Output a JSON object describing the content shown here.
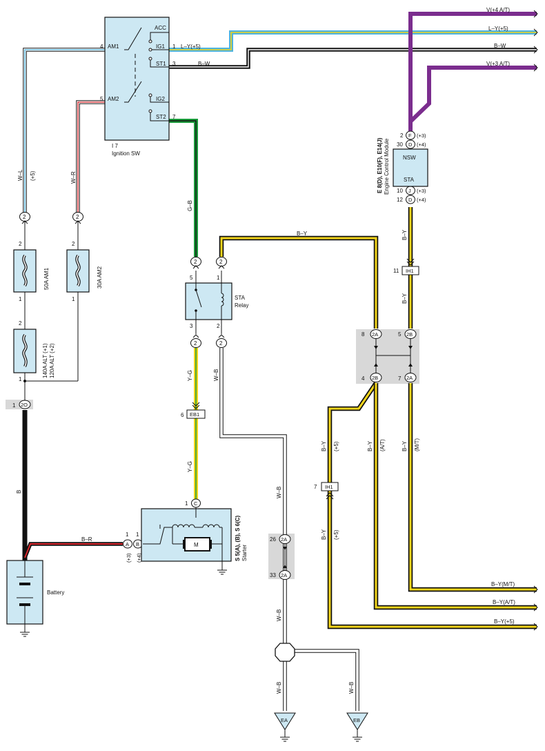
{
  "ignition_switch": {
    "code": "I 7",
    "name": "Ignition SW",
    "terminals": {
      "acc": "ACC",
      "am1": "AM1",
      "ig1": "IG1",
      "st1": "ST1",
      "am2": "AM2",
      "ig2": "IG2",
      "st2": "ST2"
    },
    "pins": {
      "am1": "4",
      "ig1": "1",
      "st1": "3",
      "am2": "5",
      "st2": "7"
    }
  },
  "wires": {
    "ly5_top": "L–Y(+5)",
    "bw_top": "B–W",
    "v4_top": "V(+4 A/T)",
    "ly5_right": "L–Y(+5)",
    "bw_right": "B–W",
    "v3_right": "V(+3 A/T)",
    "wl": "W–L",
    "wl_note": "(+5)",
    "wr": "W–R",
    "gb": "G–B",
    "by_top": "B–Y",
    "yg_upper": "Y–G",
    "wb_relay": "W–B",
    "yg_lower": "Y–G",
    "b_main": "B",
    "br": "B–R",
    "wb_mid": "W–B",
    "wb_low": "W–B",
    "wb_ea": "W–B",
    "wb_eb": "W–B",
    "by_ecm": "B–Y",
    "by_ih1": "B–Y",
    "by5_a": "B–Y",
    "by5_a_note": "(+5)",
    "by_at": "B–Y",
    "by_at_note": "(A/T)",
    "by_mt": "B–Y",
    "by_mt_note": "(M/T)",
    "by5_b": "B–Y",
    "by5_b_note": "(+5)",
    "out_mt": "B–Y(M/T)",
    "out_at": "B–Y(A/T)",
    "out_5": "B–Y(+5)"
  },
  "fuses": {
    "am1": "50A AM1",
    "am2": "30A AM2",
    "alt1": "140A ALT (+1)",
    "alt2": "120A ALT (+2)"
  },
  "connectors": {
    "c2": "2",
    "n2": "2",
    "n1": "1",
    "n5": "5",
    "n3": "3",
    "n6": "6",
    "n8": "8",
    "n4": "4",
    "n7": "7",
    "n11": "11",
    "n26": "26",
    "n33": "33",
    "n10": "10",
    "n12": "12",
    "n30": "30",
    "c2o": "2O",
    "c2a": "2A",
    "c2b": "2B",
    "eb1": "EB1",
    "ih1": "IH1",
    "ca": "A",
    "cb": "B",
    "cc": "C",
    "cd": "D",
    "cf": "F",
    "cj": "J",
    "ea": "EA",
    "eb": "EB"
  },
  "relay": {
    "name": "STA",
    "name2": "Relay"
  },
  "starter": {
    "code": "S 5(A), (B), S 6(C)",
    "name": "Starter",
    "motor": "M",
    "note_a": "(+3)",
    "note_b": "(+4)"
  },
  "battery": {
    "name": "Battery"
  },
  "ecm": {
    "code": "E 8(D), E10(F), E14(J)",
    "name": "Engine Control Module",
    "nsw": "NSW",
    "sta": "STA",
    "note_f": "(+3)",
    "note_d": "(+4)",
    "note_j": "(+3)",
    "note_d2": "(+4)"
  },
  "colors": {
    "box_fill": "#cde8f3",
    "violet": "#7b2d8e",
    "yellow": "#f2d41a",
    "green": "#1a9a3a",
    "red": "#d8262b",
    "blue": "#4fb3dd",
    "splice_gray": "#d8d8d8"
  }
}
